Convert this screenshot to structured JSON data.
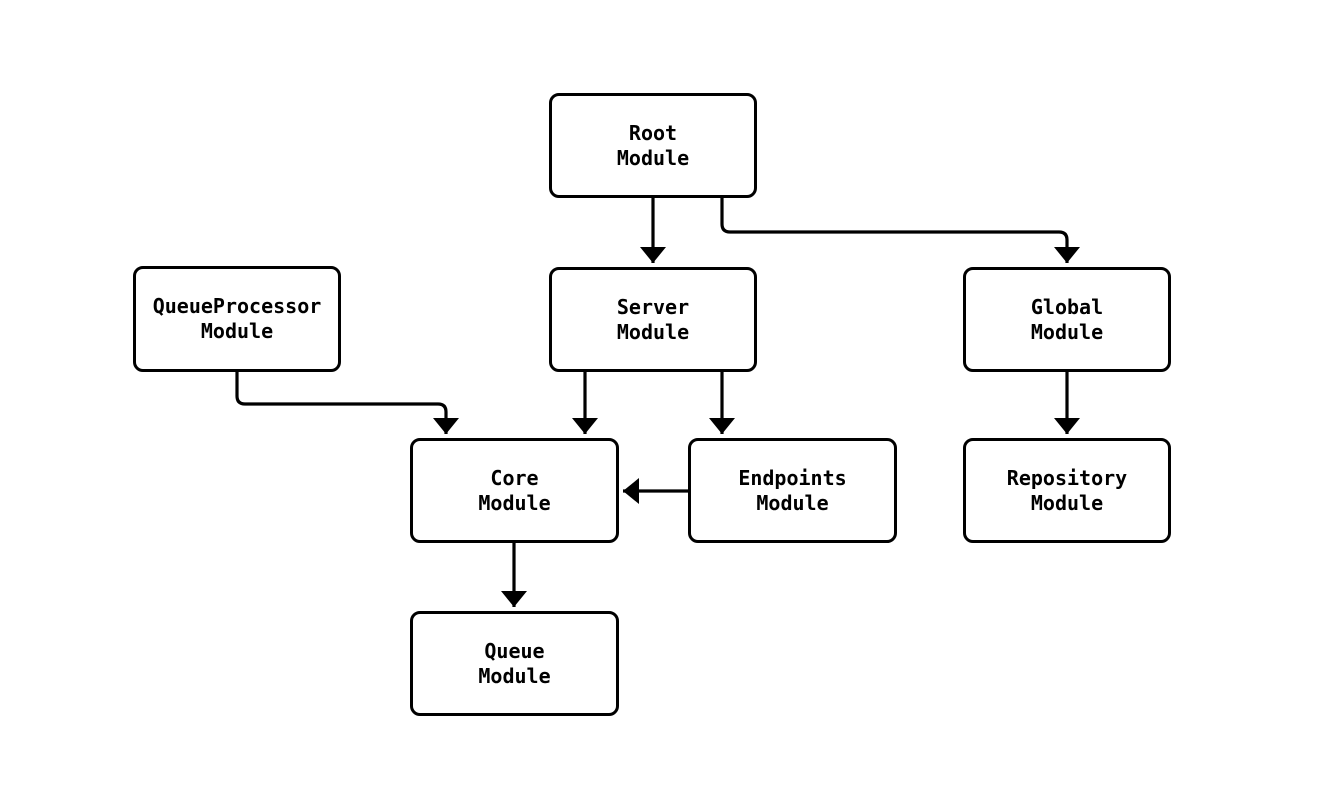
{
  "diagram": {
    "type": "module-dependency-flowchart",
    "background_color": "#ffffff",
    "node_fill_color": "#ffffff",
    "node_border_color": "#000000",
    "line_color": "#000000",
    "text_color": "#000000",
    "nodes": [
      {
        "id": "root",
        "label": "Root\nModule"
      },
      {
        "id": "server",
        "label": "Server\nModule"
      },
      {
        "id": "queueprocessor",
        "label": "QueueProcessor\nModule"
      },
      {
        "id": "global",
        "label": "Global\nModule"
      },
      {
        "id": "core",
        "label": "Core\nModule"
      },
      {
        "id": "endpoints",
        "label": "Endpoints\nModule"
      },
      {
        "id": "repository",
        "label": "Repository\nModule"
      },
      {
        "id": "queue",
        "label": "Queue\nModule"
      }
    ],
    "edges": [
      {
        "from": "Root Module",
        "to": "Server Module"
      },
      {
        "from": "Root Module",
        "to": "Global Module"
      },
      {
        "from": "QueueProcessor Module",
        "to": "Core Module"
      },
      {
        "from": "Server Module",
        "to": "Core Module"
      },
      {
        "from": "Server Module",
        "to": "Endpoints Module"
      },
      {
        "from": "Endpoints Module",
        "to": "Core Module"
      },
      {
        "from": "Global Module",
        "to": "Repository Module"
      },
      {
        "from": "Core Module",
        "to": "Queue Module"
      }
    ]
  }
}
